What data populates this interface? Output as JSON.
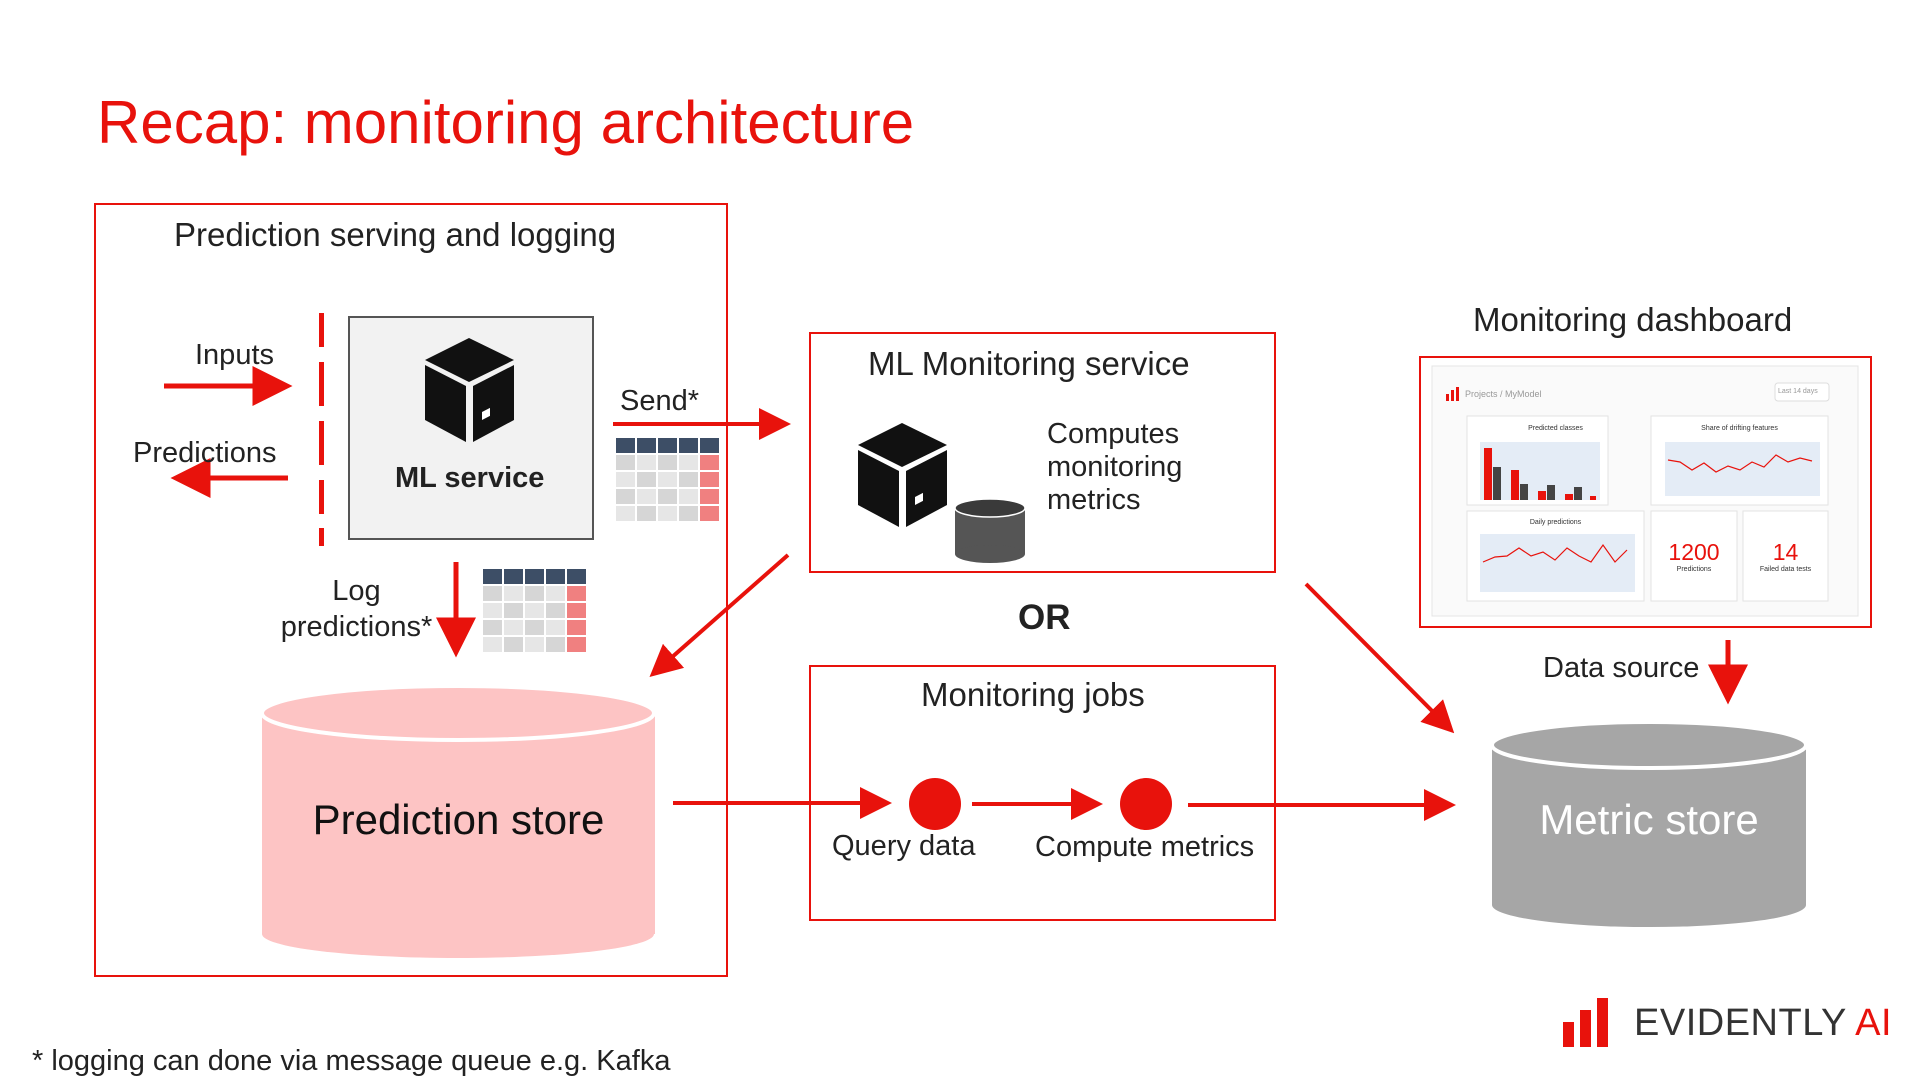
{
  "title": "Recap: monitoring architecture",
  "serving": {
    "title": "Prediction serving and logging",
    "inputs_label": "Inputs",
    "predictions_label": "Predictions",
    "ml_service_label": "ML service",
    "send_label": "Send*",
    "log_label": "Log\npredictions*",
    "store_label": "Prediction store"
  },
  "monitoring_service": {
    "title": "ML Monitoring service",
    "description": "Computes\nmonitoring\nmetrics"
  },
  "or_label": "OR",
  "monitoring_jobs": {
    "title": "Monitoring jobs",
    "step1": "Query data",
    "step2": "Compute metrics"
  },
  "dashboard": {
    "title": "Monitoring dashboard",
    "breadcrumb": "Projects / MyModel",
    "range": "Last 14 days",
    "panel1_title": "Predicted classes",
    "panel2_title": "Share of drifting features",
    "panel3_title": "Daily predictions",
    "metric1_value": "1200",
    "metric1_label": "Predictions",
    "metric2_value": "14",
    "metric2_label": "Failed data tests",
    "data_source_label": "Data source"
  },
  "metric_store_label": "Metric store",
  "brand": {
    "name": "EVIDENTLY",
    "suffix": "AI"
  },
  "footnote": "* logging can done via message queue e.g. Kafka",
  "colors": {
    "accent": "#e8120c",
    "store_pink": "#fdc4c4",
    "store_gray": "#a6a6a6"
  }
}
